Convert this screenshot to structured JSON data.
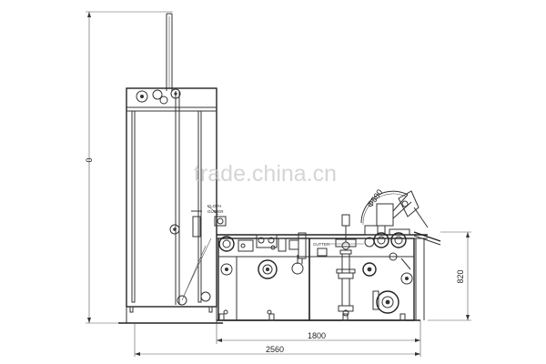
{
  "dimensions": {
    "height_label": "0",
    "width_total": "2560",
    "width_main": "1800",
    "height_side": "820"
  },
  "labels": {
    "cloth_guider": "CLOTH GUIDER",
    "diameter": "Φ500",
    "cutter": "CUTTER"
  },
  "watermark": {
    "text": "trade.china.cn"
  }
}
